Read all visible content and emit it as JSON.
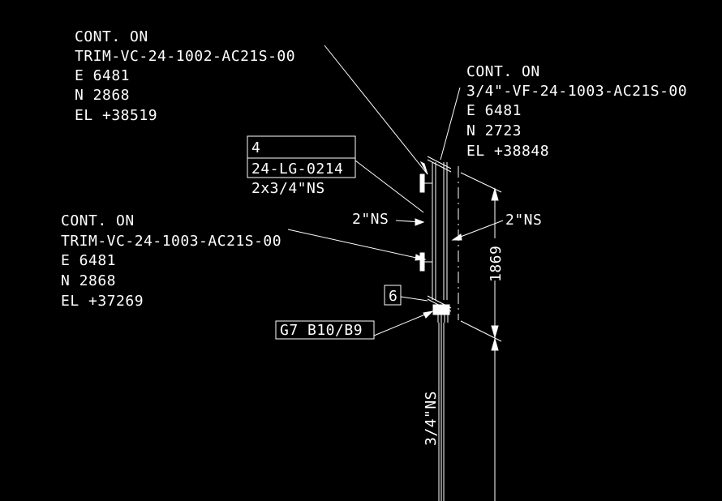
{
  "callout_top_left": {
    "line1": "CONT. ON",
    "line2": "TRIM-VC-24-1002-AC21S-00",
    "line3": "E 6481",
    "line4": "N 2868",
    "line5": "EL +38519"
  },
  "callout_top_right": {
    "line1": "CONT. ON",
    "line2": "3/4\"-VF-24-1003-AC21S-00",
    "line3": "E 6481",
    "line4": "N 2723",
    "line5": "EL +38848"
  },
  "callout_mid_left": {
    "line1": "CONT. ON",
    "line2": "TRIM-VC-24-1003-AC21S-00",
    "line3": "E 6481",
    "line4": "N 2868",
    "line5": "EL +37269"
  },
  "instrument_tag": {
    "number": "4",
    "tag": "24-LG-0214",
    "size": "2x3/4\"NS"
  },
  "size_left": "2\"NS",
  "size_right": "2\"NS",
  "dimension": "1869",
  "item_number": "6",
  "support_ref": "G7 B10/B9",
  "pipe_size_vertical": "3/4\"NS",
  "colors": {
    "background": "#000000",
    "lines": "#ffffff"
  }
}
